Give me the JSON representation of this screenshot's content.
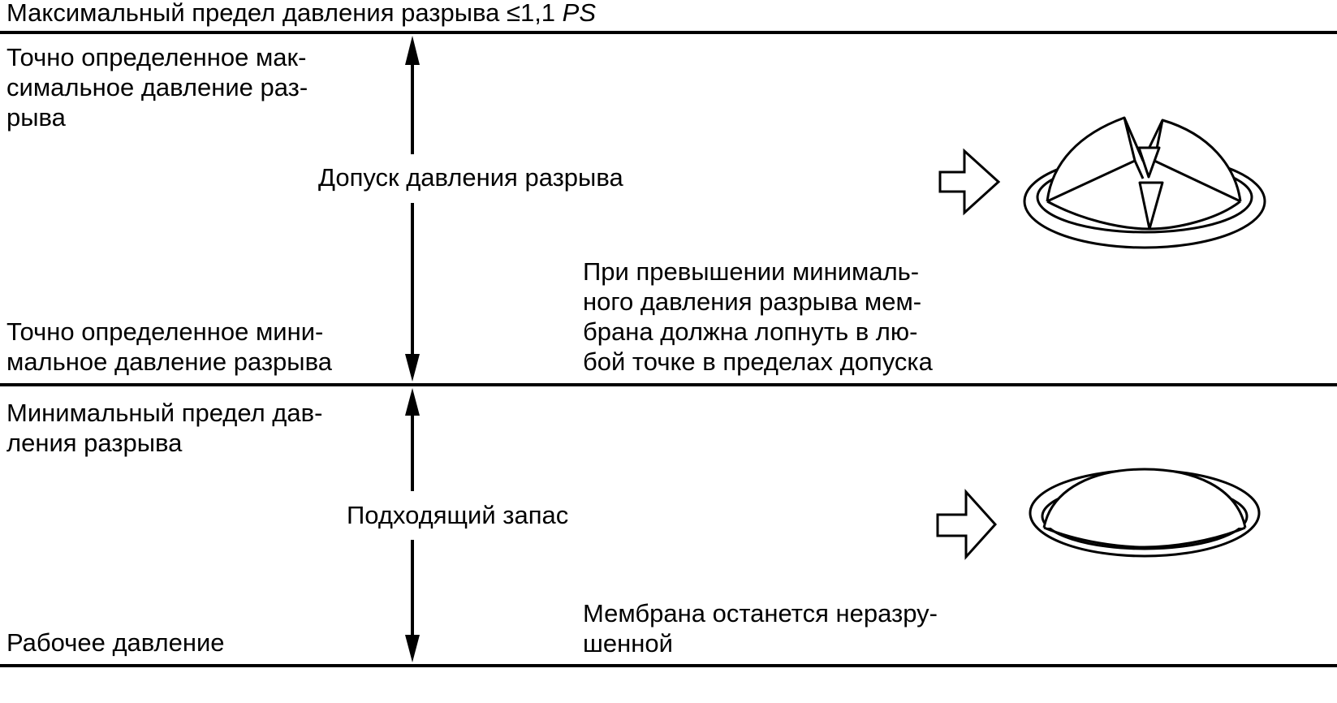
{
  "title": {
    "prefix": "Максимальный предел давления разрыва ≤1,1 ",
    "emph": "PS"
  },
  "upper_zone": {
    "max_burst_label": [
      "Точно определенное мак-",
      "симальное давление раз-",
      "рыва"
    ],
    "tolerance_label": "Допуск давления разрыва",
    "min_burst_label": [
      "Точно определенное мини-",
      "мальное давление разрыва"
    ],
    "note": [
      "При превышении минималь-",
      "ного давления разрыва мем-",
      "брана должна лопнуть в лю-",
      "бой точке в пределах допуска"
    ],
    "figure_icon": "ruptured-membrane-icon"
  },
  "lower_zone": {
    "min_limit_label": [
      "Минимальный предел дав-",
      "ления разрыва"
    ],
    "margin_label": "Подходящий запас",
    "working_pressure_label": "Рабочее давление",
    "note": [
      "Мембрана останется неразру-",
      "шенной"
    ],
    "figure_icon": "intact-membrane-icon"
  }
}
